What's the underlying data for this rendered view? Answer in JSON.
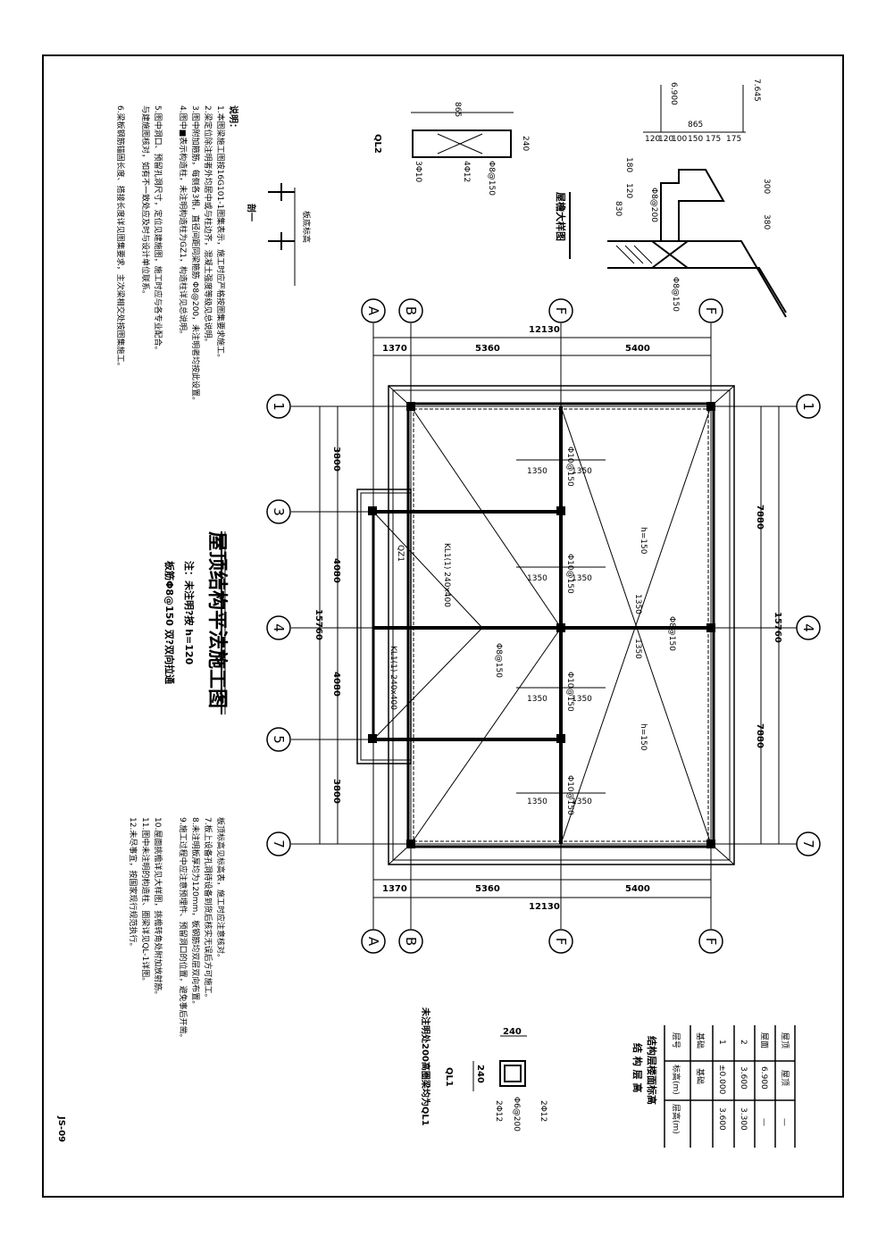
{
  "drawing": {
    "title": "屋顶结构平法施工图",
    "note_a": "注：未注明?按 h=120",
    "note_b": "板筋Φ8@150 双?双向拉通",
    "sheet_no": "JS-09"
  },
  "notes_left": {
    "heading": "说明：",
    "items": [
      "1.本图梁施工图按16G101-1图集表示，施工时应严格按图集要求施工。",
      "2.梁定位除注明者外均居中或与柱边齐，混凝土强度等级见总说明。",
      "3.图中附加箍筋，每侧各3根，直径间距同梁箍筋 Φ8@200，未注明者均按此设置。",
      "4.图中■表示构造柱，未注明构造柱为GZ1，构造柱详见总说明。",
      "5.图中洞口、预留孔洞尺寸，定位见建施图，施工时应与各专业配合。",
      "  与建施图核对，如有不一致处应及时与设计单位联系。",
      "6.梁板钢筋锚固长度、搭接长度详见图集要求，主次梁相交处按图集施工。"
    ]
  },
  "notes_right": [
    "板顶标高见标高表，施工时应注意核对。",
    "7.板上设备孔洞待设备到货后核实无误后方可施工。",
    "8.未注明板厚均为120mm，板钢筋均双层双向布置。",
    "9.施工过程中应注意预埋件、预留洞口的位置，避免事后开凿。",
    "10.屋面挑檐详见大样图，挑檐转角处附加放射筋。",
    "11.图中未注明的构造柱、圈梁详见QL-1详图。",
    "12.未尽事宜，按国家现行规范执行。"
  ],
  "grid": {
    "columns": [
      "A",
      "B",
      "F",
      "F"
    ],
    "rows": [
      "1",
      "3",
      "4",
      "5",
      "7"
    ]
  },
  "dims": {
    "total_x": "12130",
    "seg_x": [
      "1370",
      "5360",
      "5400"
    ],
    "total_y": "15760",
    "seg_y_left": [
      "3800",
      "4080",
      "4080",
      "3800"
    ],
    "seg_y_right": [
      "7880",
      "7880"
    ]
  },
  "slab": {
    "span": "1350",
    "rebar": "Φ10@150",
    "thick_a": "h=150",
    "beam_rebar": "Φ8@150",
    "beam_label": "KL1(1) 240x400",
    "qz_label": "QZ1"
  },
  "details": {
    "eave_title": "屋檐大样图",
    "eave_levels": [
      "6.900",
      "7.645"
    ],
    "eave_total": "865",
    "eave_segs": [
      "120",
      "120",
      "100",
      "150",
      "175",
      "175"
    ],
    "eave_vert": [
      "300",
      "380"
    ],
    "eave_left": [
      "180",
      "120",
      "830"
    ],
    "eave_rebar": [
      "Φ8@200",
      "Φ8@150"
    ],
    "ql2_title": "QL2",
    "ql2_width": "865",
    "ql2_height": "240",
    "ql2_rebar": [
      "4Φ12",
      "Φ8@150",
      "3Φ10"
    ],
    "section_title": "剖一",
    "section_label": "板底标高",
    "ql1_title": "QL1",
    "ql1_width": "240",
    "ql1_height": "240",
    "ql1_rebar": [
      "2Φ12",
      "Φ6@200",
      "2Φ12"
    ],
    "ql1_note": "未注明处200高圈梁均为QL1"
  },
  "level_table": {
    "title": "结构层楼面标高",
    "subtitle": "结 构 层 高",
    "headers": [
      "层号",
      "标高(m)",
      "层高(m)"
    ],
    "rows": [
      [
        "基础",
        "基础",
        ""
      ],
      [
        "1",
        "±0.000",
        "3.600"
      ],
      [
        "2",
        "3.600",
        "3.300"
      ],
      [
        "屋面",
        "6.900",
        "—"
      ],
      [
        "屋顶",
        "屋顶",
        "—"
      ]
    ]
  }
}
